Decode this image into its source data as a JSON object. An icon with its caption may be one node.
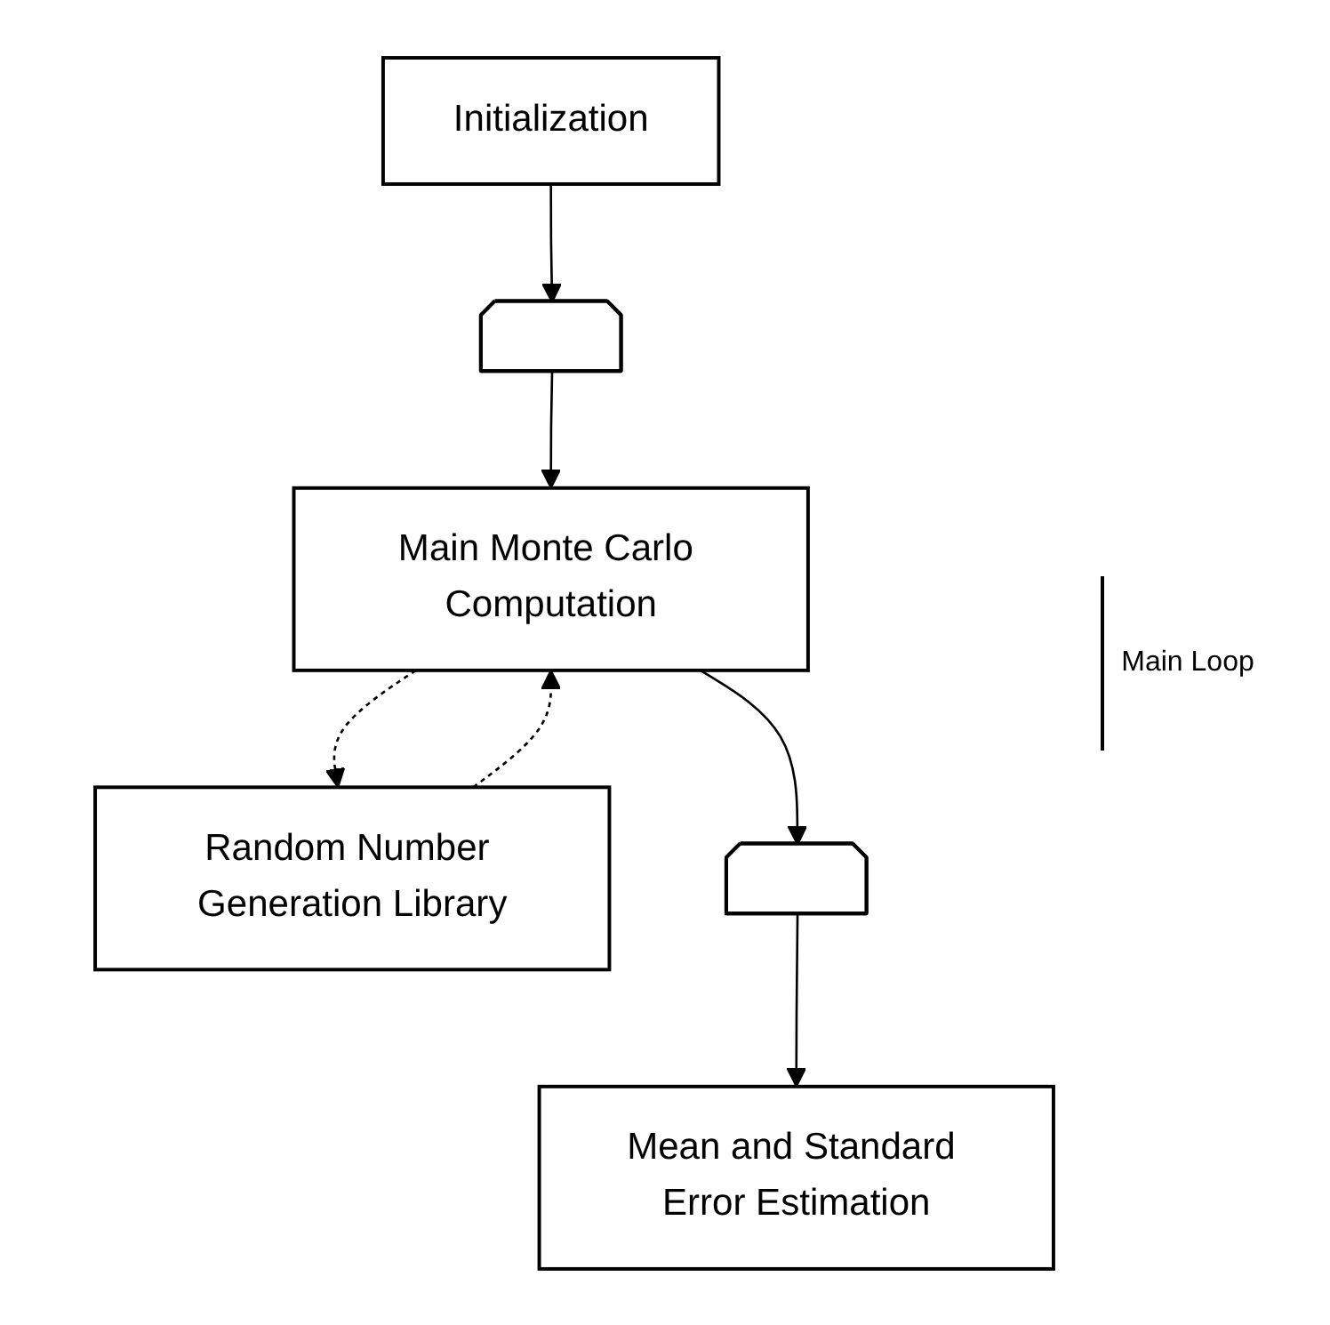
{
  "diagram": {
    "nodes": [
      {
        "text": [
          "Initialization"
        ]
      },
      {
        "text": [],
        "shape": "box"
      },
      {
        "text": [
          "Main Monte Carlo Computation"
        ]
      },
      {
        "text": [
          "Random Number Generation Library"
        ]
      },
      {
        "text": [],
        "shape": "box"
      },
      {
        "text": [
          "Mean and Standard Error Estimation"
        ]
      }
    ],
    "edges": [
      {
        "from": 0,
        "to": 1,
        "arrow": "to"
      },
      {
        "from": 1,
        "to": 2,
        "arrow": "to"
      },
      {
        "from": 2,
        "to": 3,
        "arrow": "to",
        "style": "dashed"
      },
      {
        "from": 3,
        "to": 2,
        "arrow": "to",
        "style": "dashed"
      },
      {
        "from": 2,
        "to": 4,
        "arrow": "to"
      },
      {
        "from": 4,
        "to": 5,
        "arrow": "to"
      }
    ],
    "labels": [
      "Main Loop"
    ]
  }
}
